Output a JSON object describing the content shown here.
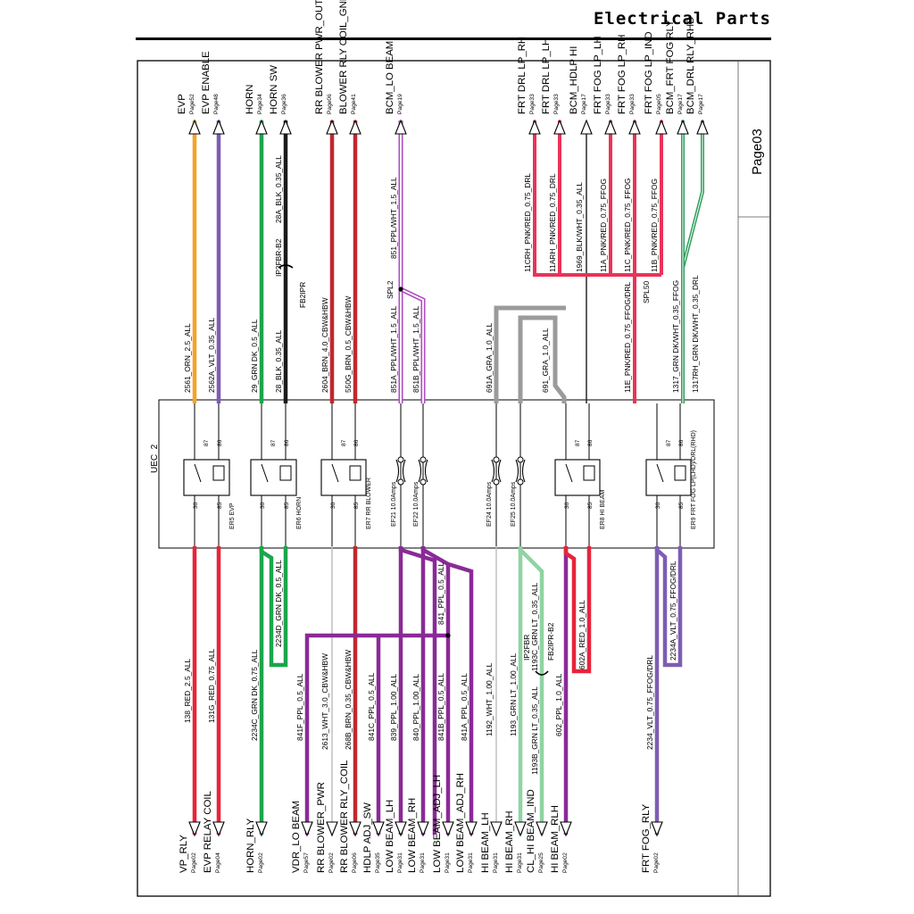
{
  "header": {
    "title": "Electrical Parts"
  },
  "frame": {
    "page_label": "Page03",
    "module_label": "UEC_2"
  },
  "colors": {
    "red": "#e8233b",
    "orange": "#f5a32a",
    "violet": "#7d5db5",
    "green": "#1aa64b",
    "black": "#1a1a1a",
    "brown": "#c0282f",
    "purple": "#8a2a97",
    "gray": "#9b9b9b",
    "light_green": "#8fd4a2",
    "pink": "#ea3358",
    "pink_outline": "#b04ec1",
    "white_wire": "#bcbcbc"
  },
  "relays": [
    {
      "id": "er5",
      "label": "ER5 EVP"
    },
    {
      "id": "er6",
      "label": "ER6 HORN"
    },
    {
      "id": "er7",
      "label": "ER7 RR BLOWER"
    },
    {
      "id": "er8",
      "label": "ER8 HI BEAM"
    },
    {
      "id": "er9",
      "label": "ER9 FRT FOG LP(LHD)/DRL(RHD)"
    }
  ],
  "relay_pins": {
    "p87": "87",
    "p86": "86",
    "p30": "30",
    "p85": "85"
  },
  "fuses": [
    {
      "id": "ef21",
      "label": "EF21 10.0Amps"
    },
    {
      "id": "ef22",
      "label": "EF22 10.0Amps"
    },
    {
      "id": "ef24",
      "label": "EF24 10.0Amps"
    },
    {
      "id": "ef25",
      "label": "EF25 10.0Amps"
    }
  ],
  "top_connectors": [
    {
      "label": "EVP",
      "page": "Page52"
    },
    {
      "label": "EVP ENABLE",
      "page": "Page48"
    },
    {
      "label": "HORN",
      "page": "Page34"
    },
    {
      "label": "HORN SW",
      "page": "Page36"
    },
    {
      "label": "RR BLOWER PWR_OUTPUT",
      "page": "Page06"
    },
    {
      "label": "BLOWER RLY COIL_GND",
      "page": "Page41"
    },
    {
      "label": "BCM_LO BEAM",
      "page": "Page19"
    },
    {
      "label": "FRT DRL LP_RH",
      "page": "Page33"
    },
    {
      "label": "FRT DRL LP_LH",
      "page": "Page33"
    },
    {
      "label": "BCM_HDLP HI",
      "page": "Page17"
    },
    {
      "label": "FRT FOG LP_LH",
      "page": "Page33"
    },
    {
      "label": "FRT FOG LP_RH",
      "page": "Page33"
    },
    {
      "label": "FRT FOG LP_IND",
      "page": "Page05"
    },
    {
      "label": "BCM_FRT FOG RLY",
      "page": "Page17"
    },
    {
      "label": "BCM_DRL RLY_RHD",
      "page": "Page17"
    }
  ],
  "bottom_connectors": [
    {
      "label": "VP_RLY",
      "page": "Page02"
    },
    {
      "label": "EVP RELAY COIL",
      "page": "Page04"
    },
    {
      "label": "HORN_RLY",
      "page": "Page02"
    },
    {
      "label": "VDR_LO BEAM",
      "page": "Page57"
    },
    {
      "label": "RR BLOWER_PWR",
      "page": "Page02"
    },
    {
      "label": "RR BLOWER RLY_COIL",
      "page": "Page06"
    },
    {
      "label": "HDLP ADJ_SW",
      "page": "Page35"
    },
    {
      "label": "LOW BEAM_LH",
      "page": "Page31"
    },
    {
      "label": "LOW BEAM_RH",
      "page": "Page31"
    },
    {
      "label": "LOW BEAM_ADJ_LH",
      "page": "Page31"
    },
    {
      "label": "LOW BEAM_ADJ_RH",
      "page": "Page31"
    },
    {
      "label": "HI BEAM_LH",
      "page": "Page31"
    },
    {
      "label": "HI BEAM_RH",
      "page": "Page31"
    },
    {
      "label": "CL_HI BEAM_IND",
      "page": "Page25"
    },
    {
      "label": "HI BEAM_RLH",
      "page": "Page02"
    },
    {
      "label": "FRT FOG_RLY",
      "page": "Page02"
    }
  ],
  "top_wires": [
    "2561_ORN_2.5_ALL",
    "2562A_VLT_0.35_ALL",
    "29_GRN DK_0.5_ALL",
    "28_BLK_0.35_ALL",
    "28A_BLK_0.35_ALL",
    "2604_BRN_4.0_CBW&HBW",
    "550G_BRN_0.5_CBW&HBW",
    "851A_PPL/WHT_1.5_ALL",
    "851B_PPL/WHT_1.5_ALL",
    "851_PPL/WHT_1.5_ALL",
    "691A_GRA_1.0_ALL",
    "691_GRA_1.0_ALL",
    "11CRH_PNK/RED_0.75_DRL",
    "11ARH_PNK/RED_0.75_DRL",
    "1969_BLK/WHT_0.35_ALL",
    "11A_PNK/RED_0.75_FFOG",
    "11C_PNK/RED_0.75_FFOG",
    "11B_PNK/RED_0.75_FFOG",
    "11E_PNK/RED_0.75_FFOG/DRL",
    "1317_GRN DK/WHT_0.35_FFOG",
    "1317RH_GRN DK/WHT_0.35_DRL"
  ],
  "bottom_wires": [
    "138_RED_2.5_ALL",
    "131G_RED_0.75_ALL",
    "2234C_GRN DK_0.75_ALL",
    "2234D_GRN DK_0.5_ALL",
    "841F_PPL_0.5_ALL",
    "2613_WHT_3.0_CBW&HBW",
    "268B_BRN_0.35_CBW&HBW",
    "841C_PPL_0.5_ALL",
    "839_PPL_1.00_ALL",
    "840_PPL_1.00_ALL",
    "841B_PPL_0.5_ALL",
    "841_PPL_0.5_ALL",
    "841A_PPL_0.5_ALL",
    "1192_WHT_1.00_ALL",
    "1193_GRN LT_1.00_ALL",
    "1193B_GRN LT_0.35_ALL",
    "1193C_GRN LT_0.35_ALL",
    "602_PPL_1.0_ALL",
    "602A_RED_1.0_ALL",
    "2234_VLT_0.75_FFOG/DRL",
    "2234A_VLT_0.75_FFOG/DRL"
  ],
  "splices": {
    "spl2": "SPL2",
    "spl50": "SPL50"
  },
  "inline_connectors": {
    "top_horn_a": "IP2FBR-B2",
    "top_horn_b": "FB2IPR",
    "bottom_a": "IP2FBR",
    "bottom_b": "FB2IPR-B2"
  }
}
